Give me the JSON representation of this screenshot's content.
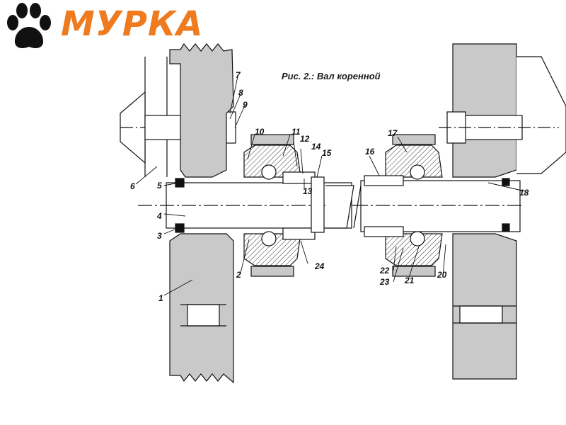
{
  "logo": {
    "text": "МУРКА",
    "icon": "paw-icon",
    "color": "#f07a1e"
  },
  "caption": "Рис. 2.: Вал коренной",
  "callouts": [
    "1",
    "2",
    "3",
    "4",
    "5",
    "6",
    "7",
    "8",
    "9",
    "10",
    "11",
    "12",
    "13",
    "14",
    "15",
    "16",
    "17",
    "18",
    "20",
    "21",
    "22",
    "23",
    "24"
  ]
}
